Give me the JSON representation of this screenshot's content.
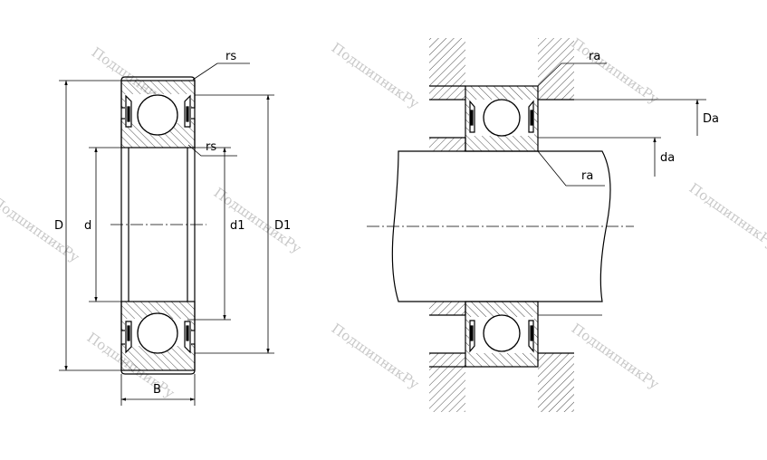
{
  "diagram": {
    "left_view_labels": {
      "rs_top": "rs",
      "rs_mid": "rs",
      "D": "D",
      "d": "d",
      "d1": "d1",
      "D1": "D1",
      "B": "B"
    },
    "right_view_labels": {
      "ra_top": "ra",
      "ra_bottom": "ra",
      "Da": "Da",
      "da": "da"
    },
    "watermark": "ПодшипникРу"
  }
}
